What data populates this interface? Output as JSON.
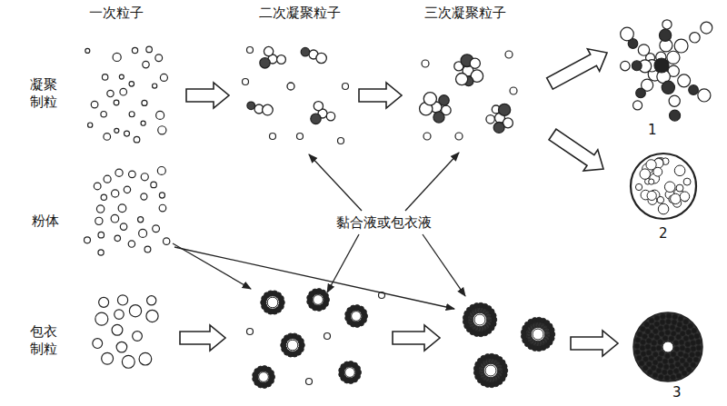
{
  "diagram": {
    "labels": [
      "一次粒子",
      "二次凝聚粒子",
      "三次凝聚粒子",
      "凝聚 制粒",
      "粉体",
      "黏合液或包衣液",
      "1",
      "2",
      "包衣 制粒",
      "3"
    ]
  }
}
